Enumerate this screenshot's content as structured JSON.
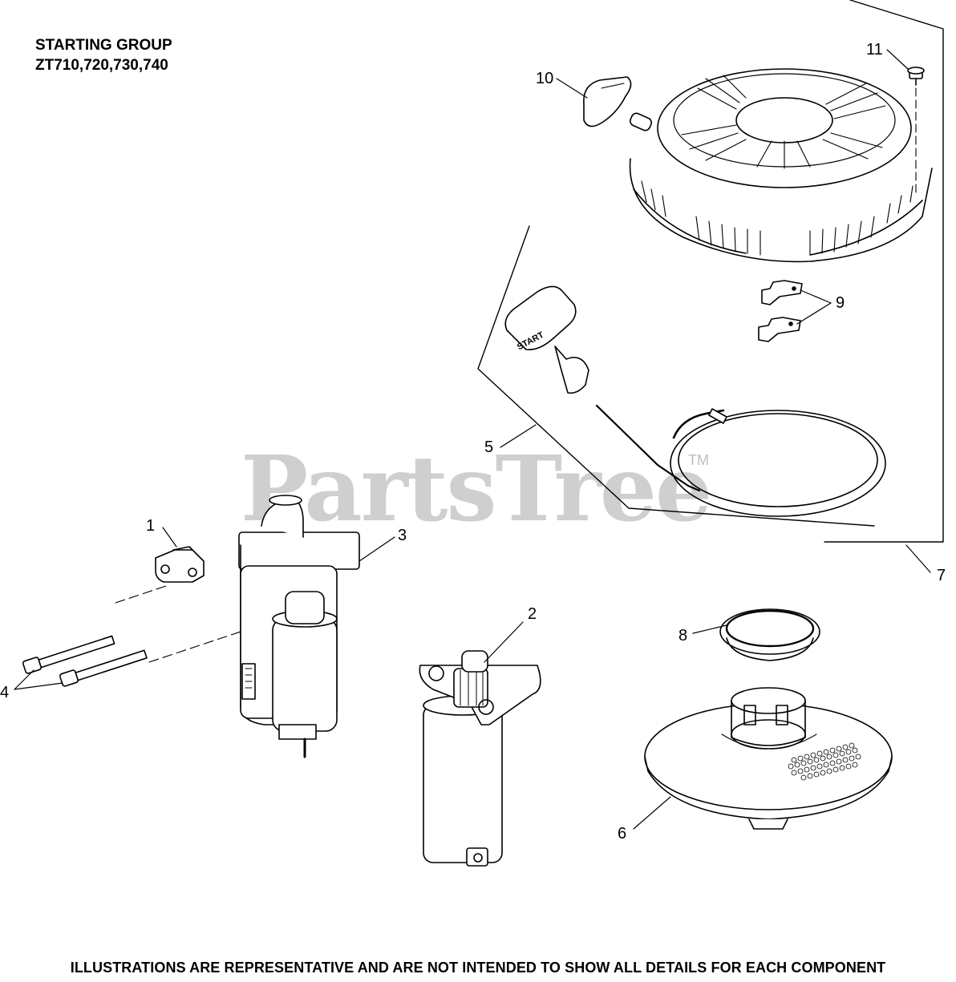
{
  "title": {
    "line1": "STARTING GROUP",
    "line2": "ZT710,720,730,740"
  },
  "footer": "ILLUSTRATIONS ARE REPRESENTATIVE AND ARE NOT INTENDED TO SHOW ALL DETAILS FOR EACH COMPONENT",
  "watermark": {
    "text": "PartsTree",
    "tm": "TM"
  },
  "callouts": {
    "c1": "1",
    "c2": "2",
    "c3": "3",
    "c4": "4",
    "c5": "5",
    "c6": "6",
    "c7": "7",
    "c8": "8",
    "c9": "9",
    "c10": "10",
    "c11": "11"
  },
  "parts": {
    "handle_label": "START"
  }
}
